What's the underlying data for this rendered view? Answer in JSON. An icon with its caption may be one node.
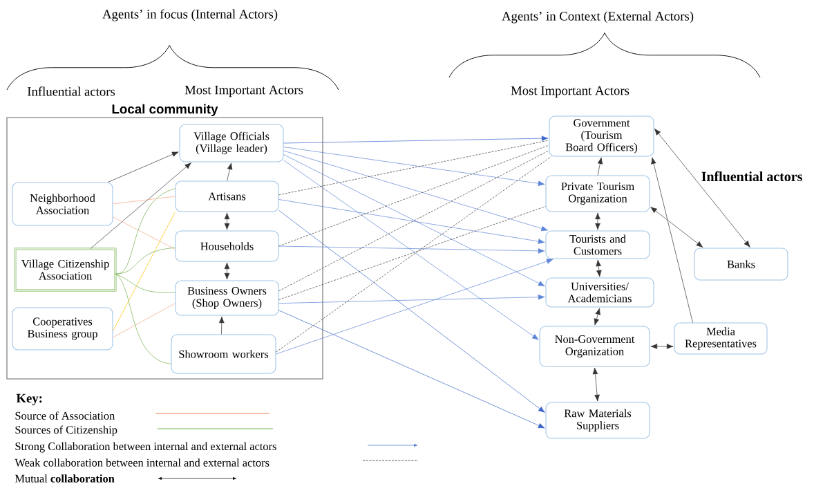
{
  "diagram": {
    "nodes": [
      {
        "text": [
          "Local community"
        ]
      },
      {
        "text": [
          "Village Officials (Village leader)"
        ],
        "in": 0
      },
      {
        "text": [
          "Neighborhood Association"
        ],
        "in": 0
      },
      {
        "text": [
          "Artisans"
        ],
        "in": 0
      },
      {
        "text": [
          "Village Citizenship Association"
        ],
        "in": 0
      },
      {
        "text": [
          "Households"
        ],
        "in": 0
      },
      {
        "text": [
          "Cooperatives Business group"
        ],
        "in": 0
      },
      {
        "text": [
          "Business Owners (Shop Owners)"
        ],
        "in": 0
      },
      {
        "text": [
          "Showroom workers"
        ],
        "in": 0
      },
      {
        "text": [
          "Government (Tourism Board Officers)"
        ]
      },
      {
        "text": [
          "Private Tourism Organization"
        ]
      },
      {
        "text": [
          "Tourists and Customers"
        ]
      },
      {
        "text": [
          "Universities/ Academicians"
        ]
      },
      {
        "text": [
          "Non-Government Organization"
        ]
      },
      {
        "text": [
          "Raw Materials Suppliers"
        ]
      },
      {
        "text": [
          "Banks"
        ]
      },
      {
        "text": [
          "Media Representatives"
        ]
      }
    ],
    "edges": [
      {
        "from": 2,
        "to": 1,
        "arrow": "to"
      },
      {
        "from": 4,
        "to": 1,
        "arrow": "to"
      },
      {
        "from": 3,
        "to": 1,
        "arrow": "to"
      },
      {
        "from": 3,
        "to": 5,
        "arrow": "both"
      },
      {
        "from": 5,
        "to": 7,
        "arrow": "both"
      },
      {
        "from": 8,
        "to": 7,
        "arrow": "to"
      },
      {
        "from": 2,
        "to": 3,
        "arrow": "none",
        "color": "#f4a582"
      },
      {
        "from": 2,
        "to": 5,
        "arrow": "none",
        "color": "#f4a582"
      },
      {
        "from": 6,
        "to": 7,
        "arrow": "none",
        "color": "#f4a582"
      },
      {
        "from": 6,
        "to": 3,
        "arrow": "none",
        "color": "#ffc000"
      },
      {
        "from": 4,
        "to": 3,
        "arrow": "none",
        "color": "#70ad47"
      },
      {
        "from": 4,
        "to": 5,
        "arrow": "none",
        "color": "#70ad47"
      },
      {
        "from": 4,
        "to": 7,
        "arrow": "none",
        "color": "#70ad47"
      },
      {
        "from": 4,
        "to": 8,
        "arrow": "none",
        "color": "#70ad47"
      },
      {
        "from": 1,
        "to": 9,
        "arrow": "to",
        "color": "#3a64c8"
      },
      {
        "from": 1,
        "to": 10,
        "arrow": "to",
        "color": "#5b84d6"
      },
      {
        "from": 1,
        "to": 11,
        "arrow": "to",
        "color": "#5b84d6"
      },
      {
        "from": 1,
        "to": 12,
        "arrow": "to",
        "color": "#5b84d6"
      },
      {
        "from": 1,
        "to": 13,
        "arrow": "to",
        "color": "#5b84d6"
      },
      {
        "from": 3,
        "to": 11,
        "arrow": "to",
        "color": "#5b84d6"
      },
      {
        "from": 3,
        "to": 14,
        "arrow": "to",
        "color": "#3a64c8"
      },
      {
        "from": 5,
        "to": 11,
        "arrow": "to",
        "color": "#5b84d6"
      },
      {
        "from": 7,
        "to": 12,
        "arrow": "to",
        "color": "#5b84d6"
      },
      {
        "from": 7,
        "to": 14,
        "arrow": "to",
        "color": "#3a64c8"
      },
      {
        "from": 8,
        "to": 11,
        "arrow": "to",
        "color": "#5b84d6"
      },
      {
        "from": 3,
        "to": 9,
        "arrow": "none",
        "style": "dashed"
      },
      {
        "from": 5,
        "to": 9,
        "arrow": "none",
        "style": "dashed"
      },
      {
        "from": 7,
        "to": 9,
        "arrow": "none",
        "style": "dashed"
      },
      {
        "from": 7,
        "to": 10,
        "arrow": "none",
        "style": "dashed"
      },
      {
        "from": 8,
        "to": 9,
        "arrow": "none",
        "style": "dashed"
      },
      {
        "from": 10,
        "to": 9,
        "arrow": "to"
      },
      {
        "from": 10,
        "to": 11,
        "arrow": "both"
      },
      {
        "from": 11,
        "to": 12,
        "arrow": "both"
      },
      {
        "from": 12,
        "to": 13,
        "arrow": "both"
      },
      {
        "from": 13,
        "to": 14,
        "arrow": "both"
      },
      {
        "from": 13,
        "to": 16,
        "arrow": "both"
      },
      {
        "from": 16,
        "to": 9,
        "arrow": "to"
      },
      {
        "from": 15,
        "to": 9,
        "arrow": "both"
      },
      {
        "from": 15,
        "to": 10,
        "arrow": "both"
      }
    ],
    "labels": [
      "Agents’ in focus (Internal Actors)",
      "Agents’ in Context (External Actors)",
      "Influential actors",
      "Most Important Actors",
      "Most Important Actors",
      "Influential actors",
      "Key:"
    ],
    "legend": [
      {
        "text": "Source of Association"
      },
      {
        "text": "Sources of Citizenship"
      },
      {
        "text": "Strong Collaboration between internal and external actors"
      },
      {
        "text": "Weak collaboration between internal and external actors"
      },
      {
        "text": "Mutual **collaboration**"
      }
    ]
  }
}
